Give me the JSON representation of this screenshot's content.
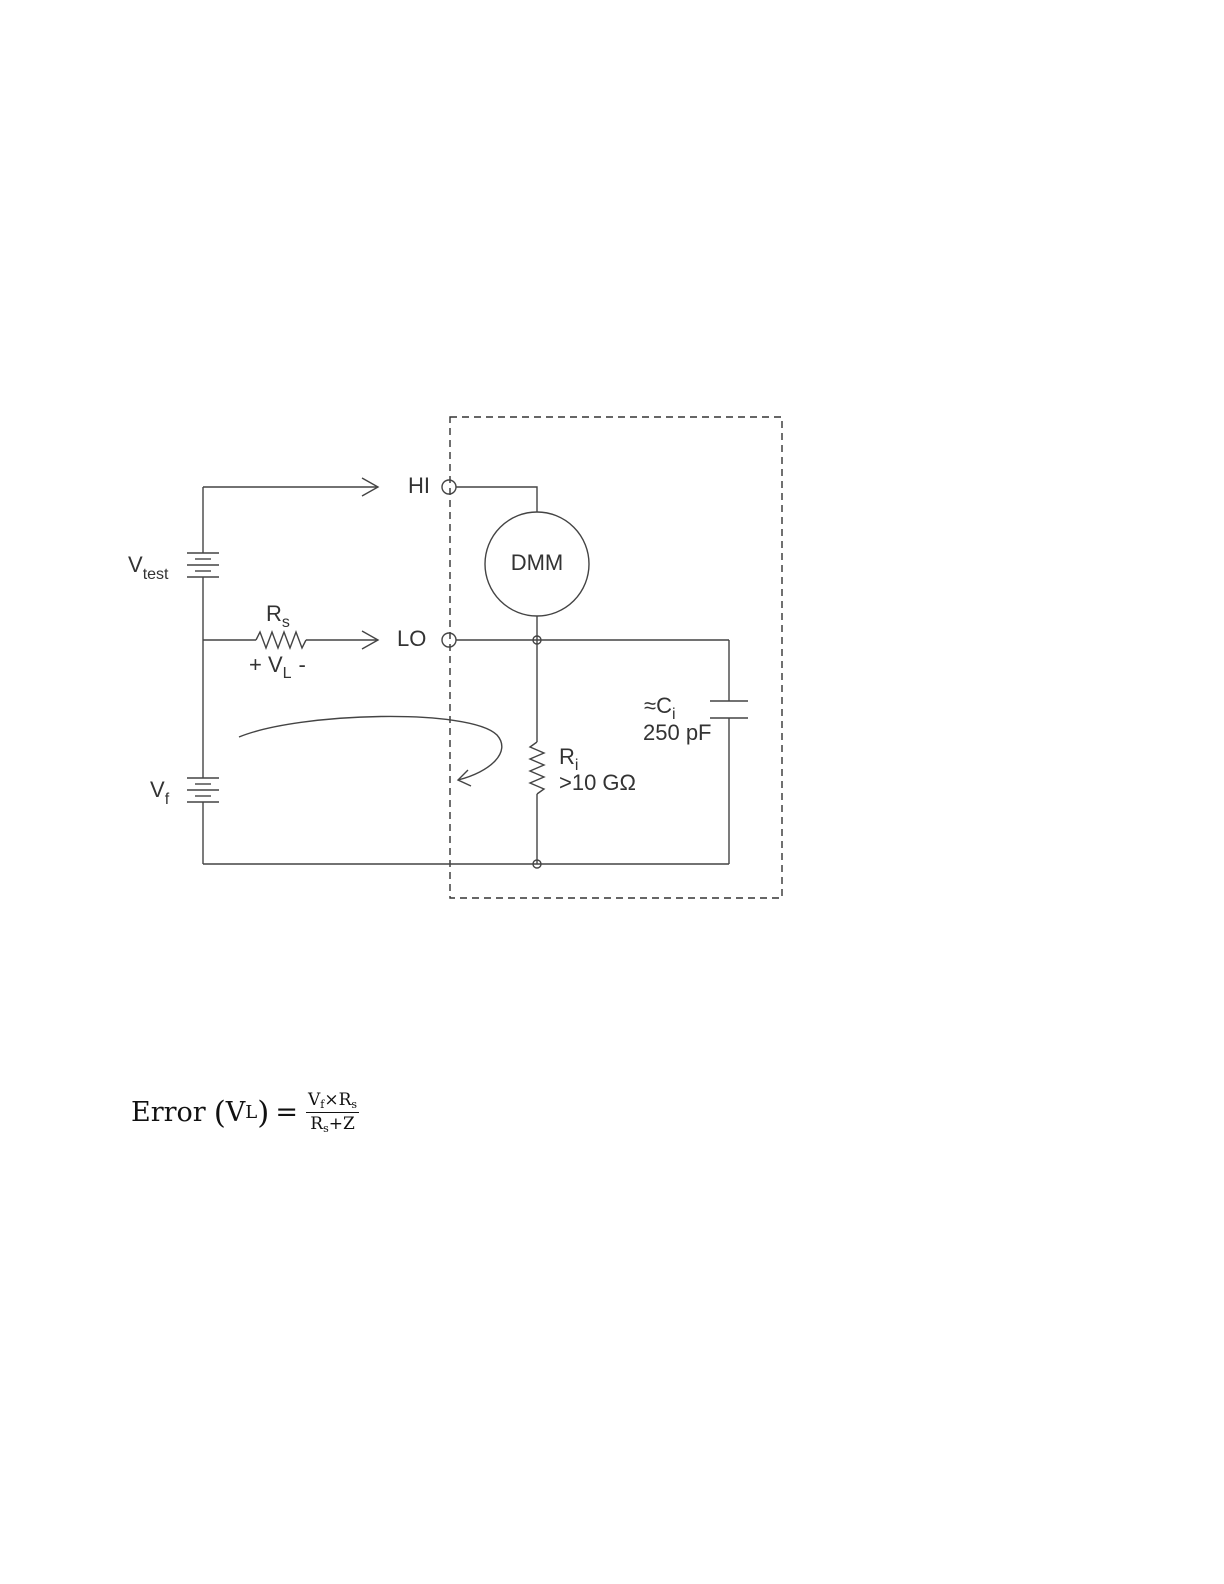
{
  "diagram": {
    "terminals": {
      "hi": "HI",
      "lo": "LO"
    },
    "meter": {
      "label": "DMM"
    },
    "sources": {
      "test": {
        "main": "V",
        "sub": "test"
      },
      "fault": {
        "main": "V",
        "sub": "f"
      }
    },
    "series_resistor": {
      "main": "R",
      "sub": "s",
      "drop": {
        "plus": "+ V",
        "sub": "L",
        "minus": "-"
      }
    },
    "input_resistor": {
      "main": "R",
      "sub": "i",
      "value": ">10 GΩ"
    },
    "input_capacitor": {
      "main": "≈C",
      "sub": "i",
      "value": "250 pF"
    }
  },
  "formula": {
    "lhs": "Error",
    "lhs_var": "V",
    "lhs_sub": "L",
    "equals": "=",
    "num_a": "V",
    "num_a_sub": "f",
    "times": "×",
    "num_b": "R",
    "num_b_sub": "s",
    "den_a": "R",
    "den_a_sub": "s",
    "den_rest": "+Z"
  }
}
